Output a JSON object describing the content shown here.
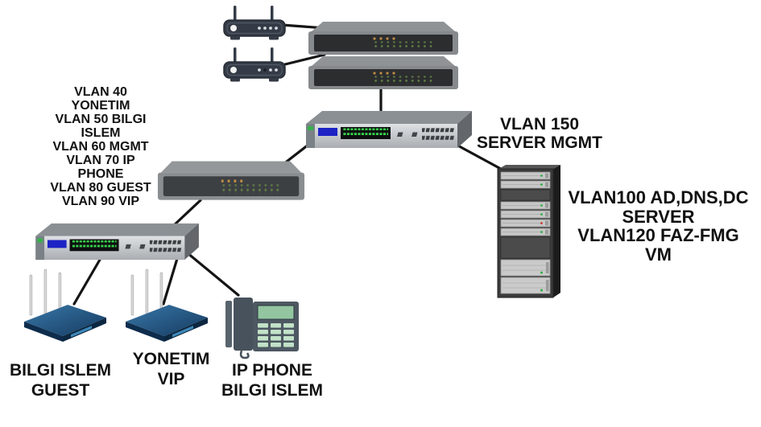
{
  "colors": {
    "background": "#ffffff",
    "connection_line": "#151515",
    "label_text": "#111111",
    "switch_label_blue": "#1d23c4",
    "led_green": "#36d24b",
    "led_orange": "#c08a42",
    "led_red": "#c43b2e",
    "access_point_blue": "#1f5587",
    "device_dark_slate": "#343b46"
  },
  "annotations": {
    "access_vlans": {
      "lines": [
        "VLAN 40",
        "YONETIM",
        "VLAN 50 BILGI",
        "ISLEM",
        "VLAN 60 MGMT",
        "VLAN 70 IP",
        "PHONE",
        "VLAN 80 GUEST",
        "VLAN 90 VIP"
      ]
    },
    "server_mgmt": {
      "lines": [
        "VLAN 150",
        "SERVER MGMT"
      ]
    },
    "server_vlans": {
      "lines": [
        "VLAN100 AD,DNS,DC",
        "SERVER",
        "VLAN120 FAZ-FMG",
        "VM"
      ]
    },
    "ap_guest": {
      "lines": [
        "BILGI ISLEM",
        "GUEST"
      ]
    },
    "ap_vip": {
      "lines": [
        "YONETIM",
        "VIP"
      ]
    },
    "ip_phone": {
      "lines": [
        "IP PHONE",
        "BILGI ISLEM"
      ]
    }
  },
  "devices": [
    {
      "id": "wireless-router-1",
      "icon": "wireless-router-icon"
    },
    {
      "id": "wireless-router-2",
      "icon": "wireless-router-icon"
    },
    {
      "id": "appliance-1",
      "icon": "rack-appliance-icon"
    },
    {
      "id": "appliance-2",
      "icon": "rack-appliance-icon"
    },
    {
      "id": "core-switch",
      "icon": "switch-24port-icon"
    },
    {
      "id": "distribution-appliance",
      "icon": "rack-appliance-icon"
    },
    {
      "id": "access-switch",
      "icon": "switch-24port-icon"
    },
    {
      "id": "access-point-guest",
      "icon": "wireless-ap-icon",
      "label": "BILGI ISLEM GUEST"
    },
    {
      "id": "access-point-vip",
      "icon": "wireless-ap-icon",
      "label": "YONETIM VIP"
    },
    {
      "id": "ip-phone",
      "icon": "ip-phone-icon",
      "label": "IP PHONE BILGI ISLEM"
    },
    {
      "id": "server-rack",
      "icon": "server-rack-icon"
    }
  ],
  "connections": [
    [
      "wireless-router-1",
      "appliance-1"
    ],
    [
      "wireless-router-2",
      "appliance-2"
    ],
    [
      "appliance-2",
      "core-switch"
    ],
    [
      "core-switch",
      "distribution-appliance"
    ],
    [
      "core-switch",
      "server-rack"
    ],
    [
      "distribution-appliance",
      "access-switch"
    ],
    [
      "access-switch",
      "access-point-guest"
    ],
    [
      "access-switch",
      "access-point-vip"
    ],
    [
      "access-switch",
      "ip-phone"
    ]
  ]
}
